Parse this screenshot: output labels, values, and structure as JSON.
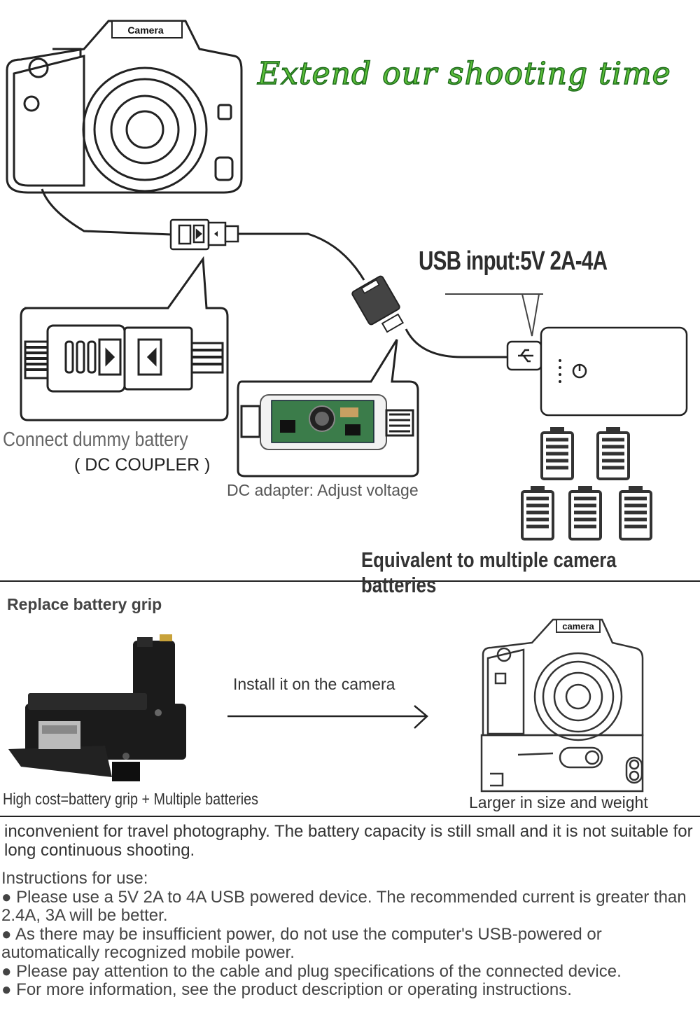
{
  "camera_label_top": "Camera",
  "headline": "Extend our shooting time",
  "usb_input_label": "USB input:5V 2A-4A",
  "dummy_battery_label": "Connect dummy battery",
  "dc_coupler_label": "( DC COUPLER )",
  "dc_adapter_caption": "DC adapter: Adjust voltage",
  "equivalent_label": "Equivalent to multiple camera batteries",
  "section_title": "Replace battery grip",
  "install_label": "Install it on the camera",
  "camera_label_bottom": "camera",
  "cost_label": "High cost=battery grip + Multiple batteries",
  "size_label": "Larger in size and weight",
  "paragraph": "inconvenient for travel photography. The battery capacity is still small and it is not suitable for long continuous shooting.",
  "instructions": {
    "title": "Instructions for use:",
    "bullet_glyph": "●",
    "items": [
      "Please use a 5V 2A to 4A USB powered device. The recommended current is greater than 2.4A, 3A will be better.",
      "As there may be insufficient power, do not use the computer's USB-powered or automatically recognized mobile power.",
      "Please pay attention to the cable and plug specifications of the connected device.",
      "For more information, see the product description or operating instructions."
    ]
  },
  "colors": {
    "headline_fill": "#5cbf3a",
    "headline_stroke": "#1f6d1c",
    "line": "#222222",
    "grip_body": "#1b1b1b"
  }
}
